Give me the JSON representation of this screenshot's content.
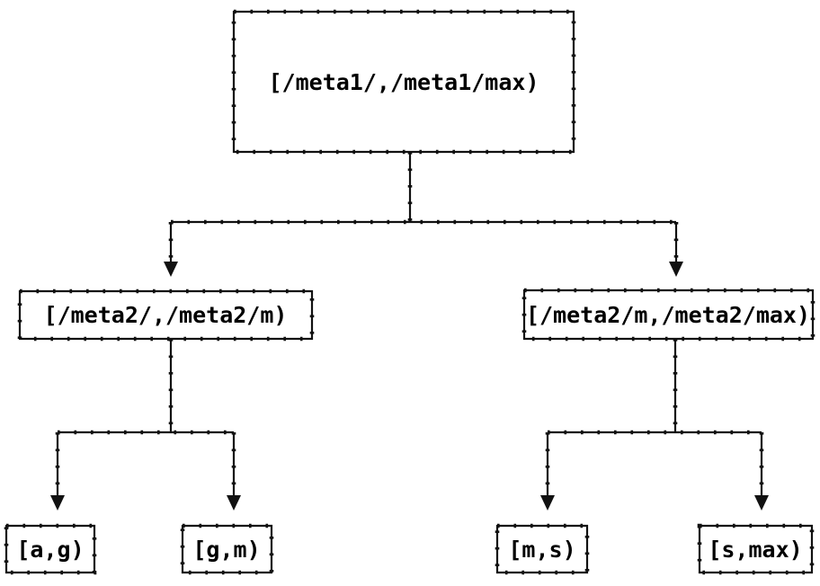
{
  "diagram": {
    "type": "interval-tree",
    "colors": {
      "line": "#111111",
      "text": "#000000",
      "background": "#ffffff"
    },
    "nodes": {
      "root": {
        "label": "[/meta1/,/meta1/max)"
      },
      "left": {
        "label": "[/meta2/,/meta2/m)"
      },
      "right": {
        "label": "[/meta2/m,/meta2/max)"
      },
      "leaf_ag": {
        "label": "[a,g)"
      },
      "leaf_gm": {
        "label": "[g,m)"
      },
      "leaf_ms": {
        "label": "[m,s)"
      },
      "leaf_smax": {
        "label": "[s,max)"
      }
    },
    "edges": [
      {
        "from": "root",
        "to": "left"
      },
      {
        "from": "root",
        "to": "right"
      },
      {
        "from": "left",
        "to": "leaf_ag"
      },
      {
        "from": "left",
        "to": "leaf_gm"
      },
      {
        "from": "right",
        "to": "leaf_ms"
      },
      {
        "from": "right",
        "to": "leaf_smax"
      }
    ]
  }
}
